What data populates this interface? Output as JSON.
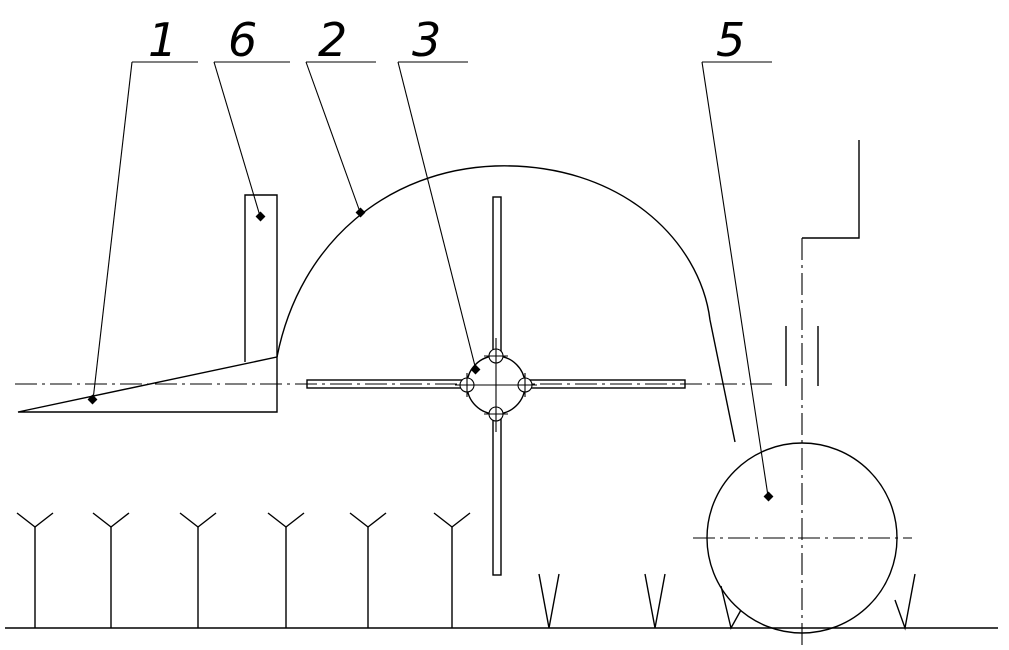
{
  "callouts": [
    {
      "id": "1",
      "label": "1"
    },
    {
      "id": "6",
      "label": "6"
    },
    {
      "id": "2",
      "label": "2"
    },
    {
      "id": "3",
      "label": "3"
    },
    {
      "id": "5",
      "label": "5"
    }
  ],
  "colors": {
    "line": "#000000",
    "background": "#ffffff"
  }
}
